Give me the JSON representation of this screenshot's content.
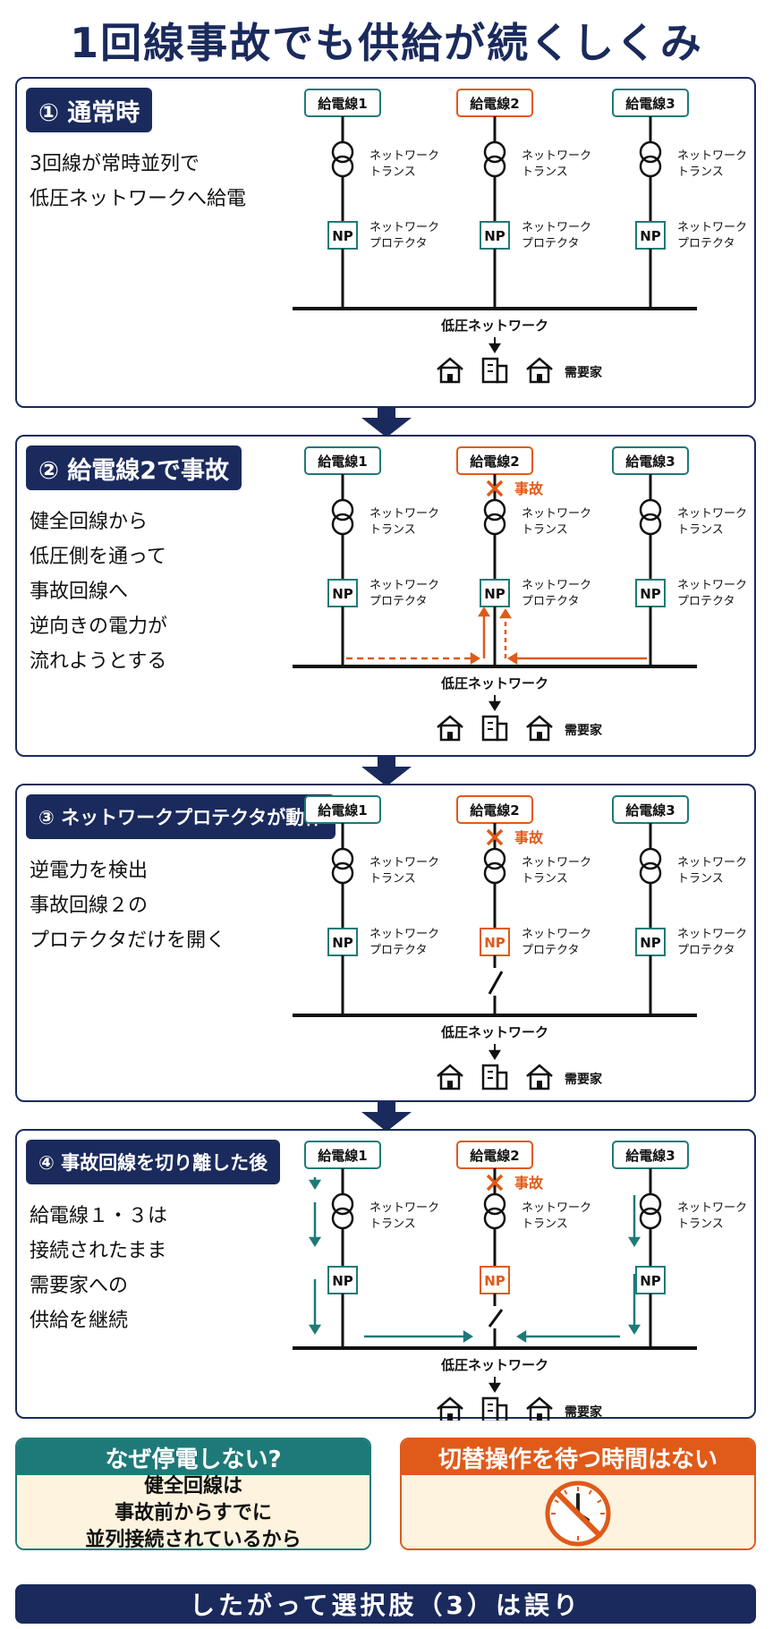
{
  "title": "1回線事故でも供給が続くしくみ",
  "colors": {
    "navy": "#1a2a5c",
    "teal": "#1e7a78",
    "orange": "#e05a1a",
    "cream": "#fdf3df"
  },
  "labels": {
    "feeders": [
      "給電線1",
      "給電線2",
      "給電線3"
    ],
    "transformer": [
      "ネットワーク",
      "トランス"
    ],
    "protector": [
      "ネットワーク",
      "プロテクタ"
    ],
    "np": "NP",
    "network": "低圧ネットワーク",
    "consumer": "需要家",
    "fault": "事故"
  },
  "panels": [
    {
      "header": "① 通常時",
      "lines": [
        "3回線が常時並列で",
        "低圧ネットワークへ給電"
      ]
    },
    {
      "header": "② 給電線2で事故",
      "lines": [
        "健全回線から",
        "低圧側を通って",
        "事故回線へ",
        "逆向きの電力が",
        "流れようとする"
      ]
    },
    {
      "header": "③ ネットワークプロテクタが動作",
      "lines": [
        "逆電力を検出",
        "事故回線２の",
        "プロテクタだけを開く"
      ]
    },
    {
      "header": "④ 事故回線を切り離した後",
      "lines": [
        "給電線１・３は",
        "接続されたまま",
        "需要家への",
        "供給を継続"
      ]
    }
  ],
  "bottom_left": {
    "title": "なぜ停電しない?",
    "lines": [
      "健全回線は",
      "事故前からすでに",
      "並列接続されているから"
    ]
  },
  "bottom_right": {
    "title": "切替操作を待つ時間はない",
    "icon": "no-waiting-clock-icon"
  },
  "conclusion": "したがって選択肢（3）は誤り"
}
